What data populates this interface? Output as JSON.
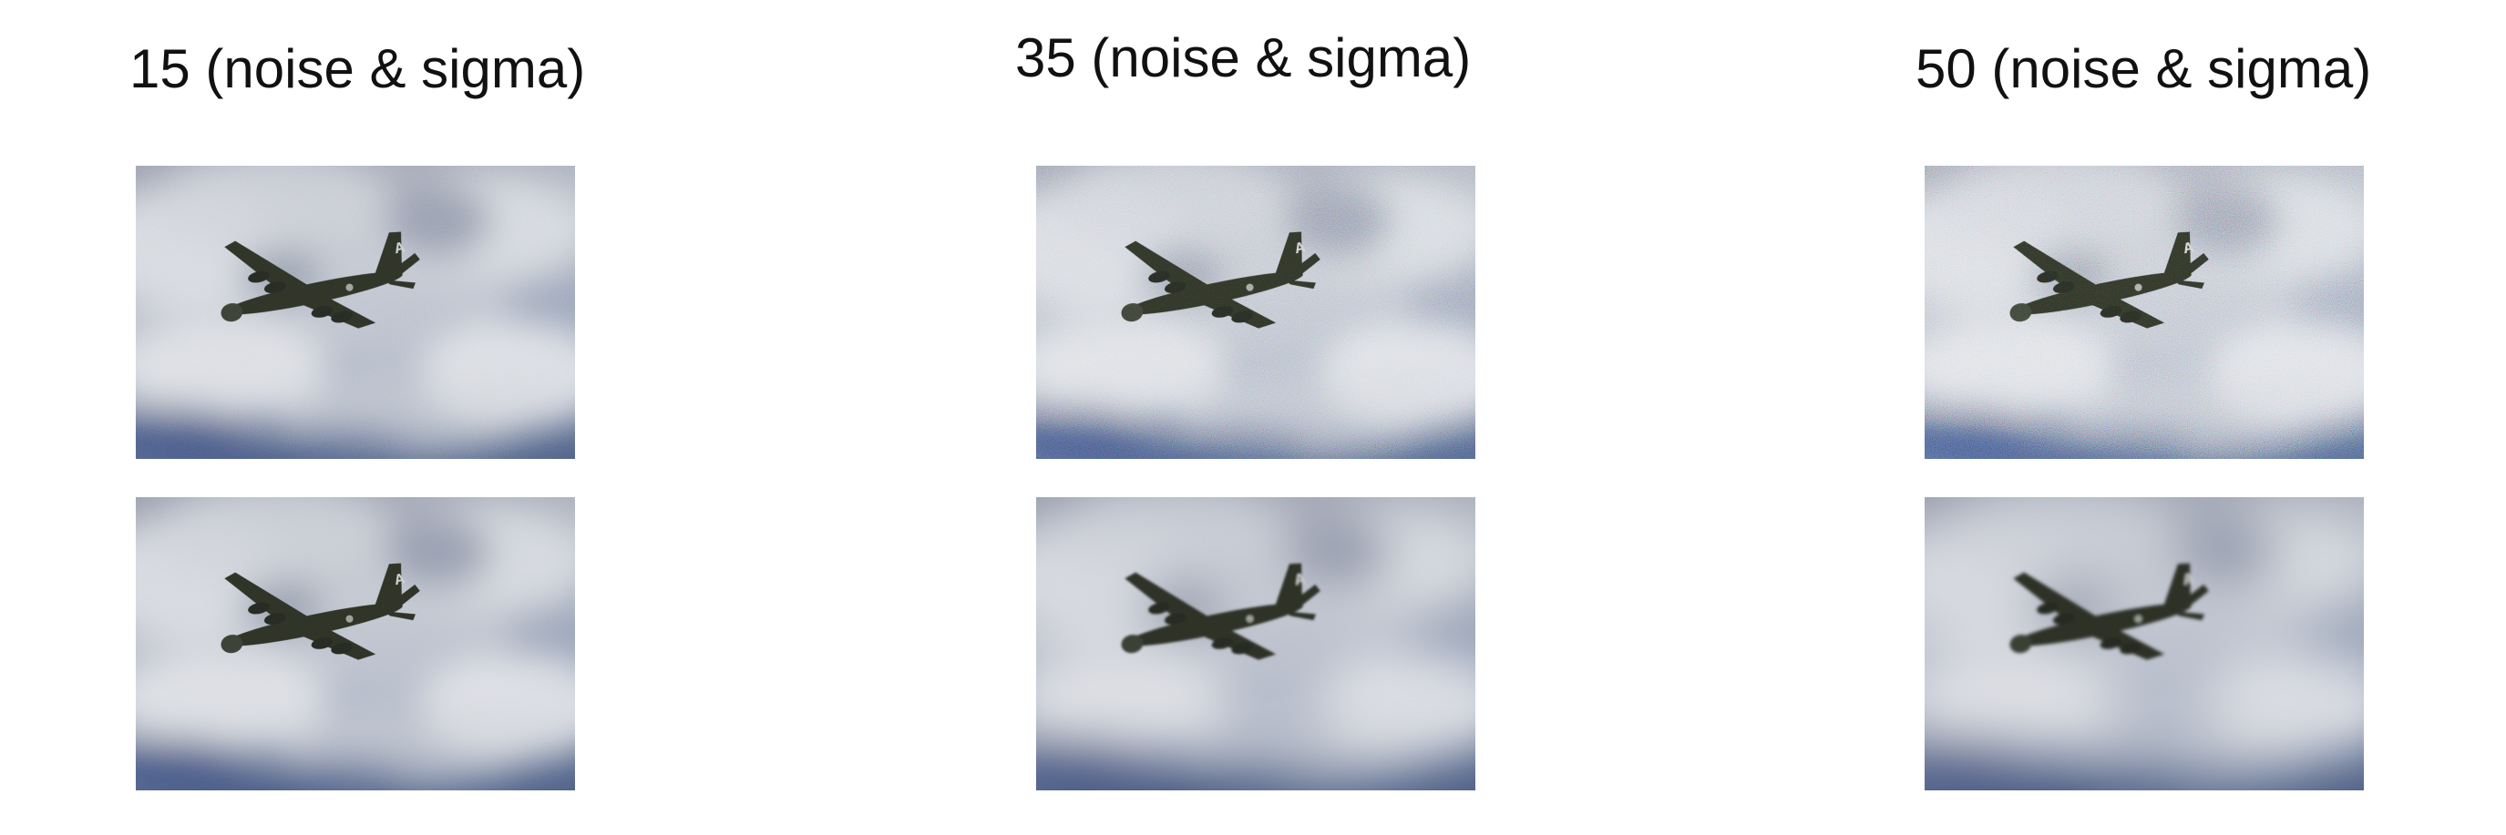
{
  "columns": [
    {
      "title": "15 (noise & sigma)",
      "noise_level": 15,
      "rows": [
        {
          "kind": "noisy",
          "noise_amount": 0.35,
          "blur": 0.6
        },
        {
          "kind": "denoised",
          "noise_amount": 0.22,
          "blur": 0.8
        }
      ]
    },
    {
      "title": "35 (noise & sigma)",
      "noise_level": 35,
      "rows": [
        {
          "kind": "noisy",
          "noise_amount": 0.85,
          "blur": 0
        },
        {
          "kind": "denoised",
          "noise_amount": 0.02,
          "blur": 3.5
        }
      ]
    },
    {
      "title": "50 (noise & sigma)",
      "noise_level": 50,
      "rows": [
        {
          "kind": "noisy",
          "noise_amount": 1.15,
          "blur": 0
        },
        {
          "kind": "denoised",
          "noise_amount": 0.0,
          "blur": 5
        }
      ]
    }
  ],
  "colors": {
    "sky_light": "#d4d7dd",
    "sky_mid": "#9aa3b4",
    "sky_dark": "#4e6086",
    "aircraft": "#2d3128"
  },
  "image_subject": "bomber-aircraft-in-cloudy-sky"
}
